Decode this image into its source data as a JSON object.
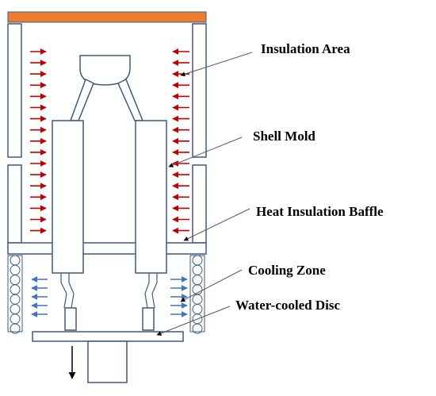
{
  "labels": {
    "insulation_area": "Insulation Area",
    "shell_mold": "Shell Mold",
    "heat_insulation_baffle": "Heat Insulation Baffle",
    "cooling_zone": "Cooling Zone",
    "water_cooled_disc": "Water-cooled Disc"
  },
  "colors": {
    "outline": "#3f5a7a",
    "top_cap": "#ed7d31",
    "heat_arrow": "#c00000",
    "cool_arrow": "#4472c4",
    "leader": "#595959",
    "text": "#000000"
  },
  "icons": {
    "heat_arrow": "heat-flow-arrow-icon",
    "cool_arrow": "cooling-flow-arrow-icon",
    "withdrawal_arrow": "withdrawal-arrow-icon",
    "coil": "cooling-coil-icon"
  }
}
